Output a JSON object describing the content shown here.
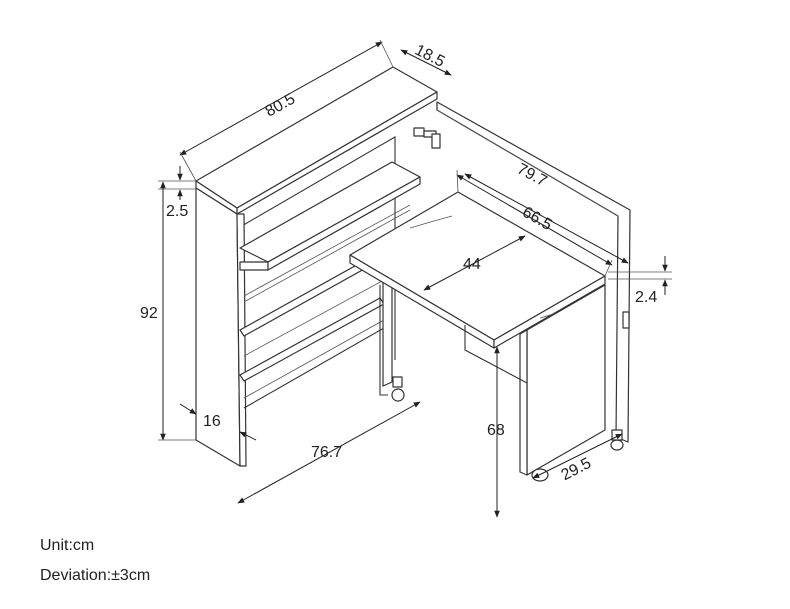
{
  "dimensions": {
    "shelf_width": "80.5",
    "shelf_depth": "18.5",
    "back_panel_length": "79.7",
    "table_width": "66.5",
    "table_depth": "44",
    "top_thickness": "2.5",
    "table_thickness": "2.4",
    "total_height": "92",
    "side_thickness": "16",
    "base_length": "76.7",
    "table_height": "68",
    "leg_depth": "29.5"
  },
  "notes": {
    "unit": "Unit:cm",
    "deviation": "Deviation:±3cm"
  }
}
